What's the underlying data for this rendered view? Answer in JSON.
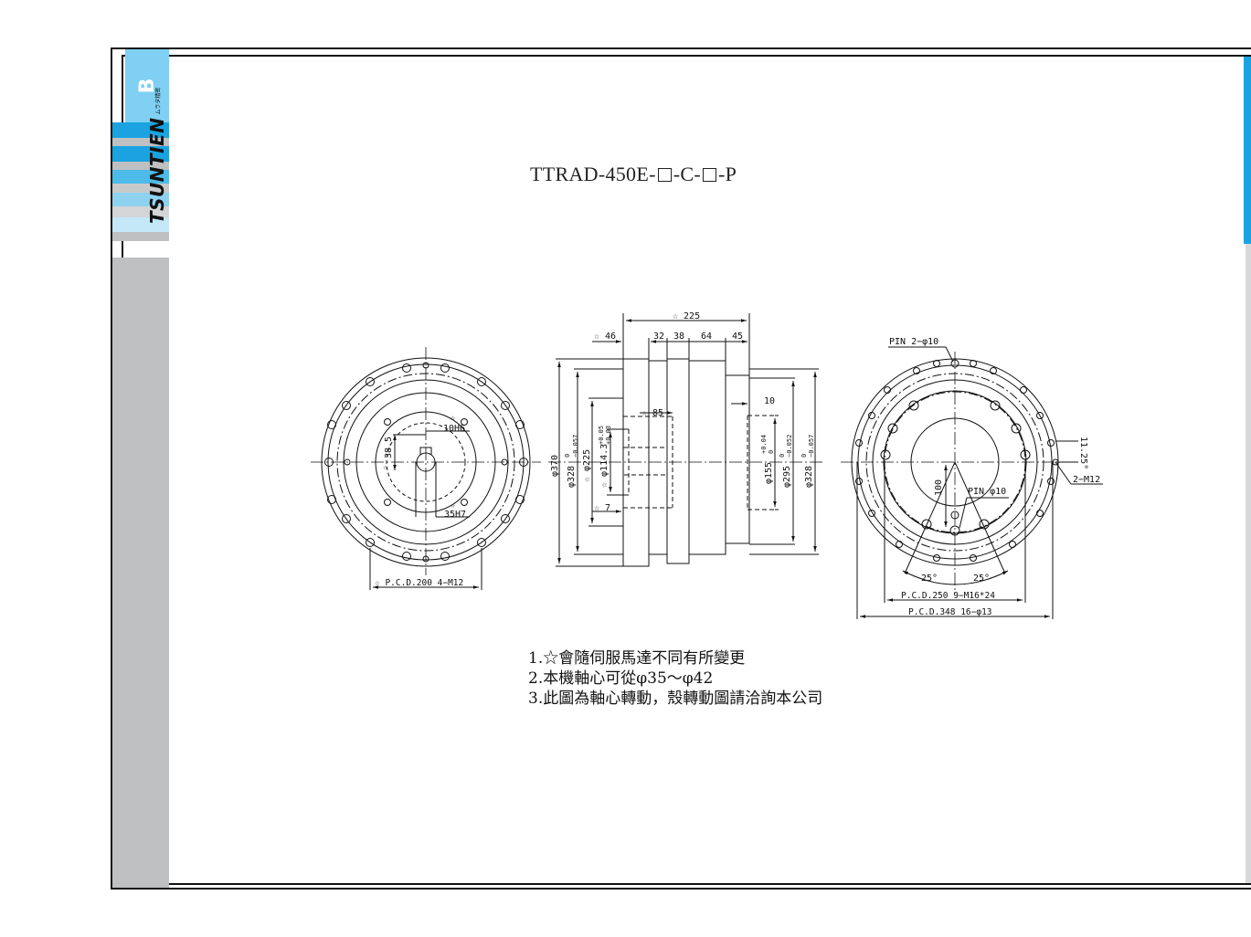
{
  "sidebar": {
    "tab_letter": "B",
    "logo_text": "TSUNTIEN",
    "logo_sub": "ムラタ精密",
    "colors": {
      "tab": "#7fd0f2",
      "blue": "#1aa3e0",
      "light": "#bfe6f7",
      "gray": "#bfc0c2"
    }
  },
  "title": {
    "prefix": "TTRAD-450E-",
    "mid": "-C-",
    "suffix": "-P"
  },
  "notes": [
    "1.☆會隨伺服馬達不同有所變更",
    "2.本機軸心可從φ35～φ42",
    "3.此圖為軸心轉動，殼轉動圖請洽詢本公司"
  ],
  "left_view": {
    "d_10h6": "10H6",
    "d_38_5": "38.5",
    "d_35h7": "35H7",
    "pcd": "☆ P.C.D.200  4−M12"
  },
  "side_view": {
    "d_225_top": "☆ 225",
    "d_46": "☆ 46",
    "d_32": "32",
    "d_38": "38",
    "d_64": "64",
    "d_45": "45",
    "d_85": "☆ 85",
    "d_10": "10",
    "d_7": "☆ 7",
    "dia_370": "φ370",
    "dia_328a": "φ328",
    "tol_328a_top": "0",
    "tol_328a_bot": "−0.057",
    "dia_225": "☆ φ225",
    "dia_114": "☆ φ114.3",
    "tol_114_top": "+0.05",
    "tol_114_bot": "+0.03",
    "dia_155": "φ155",
    "tol_155_top": "+0.04",
    "tol_155_bot": "0",
    "dia_295": "φ295",
    "tol_295_top": "0",
    "tol_295_bot": "−0.052",
    "dia_328b": "φ328",
    "tol_328b_top": "0",
    "tol_328b_bot": "−0.057"
  },
  "right_view": {
    "pin_top": "PIN  2−φ10",
    "pin_center": "PIN  φ10",
    "d_100": "100",
    "d_11_25": "11.25°",
    "m12": "2−M12",
    "angle_left": "25°",
    "angle_right": "25°",
    "pcd_250": "P.C.D.250  9−M16*24",
    "pcd_348": "P.C.D.348  16−φ13"
  }
}
